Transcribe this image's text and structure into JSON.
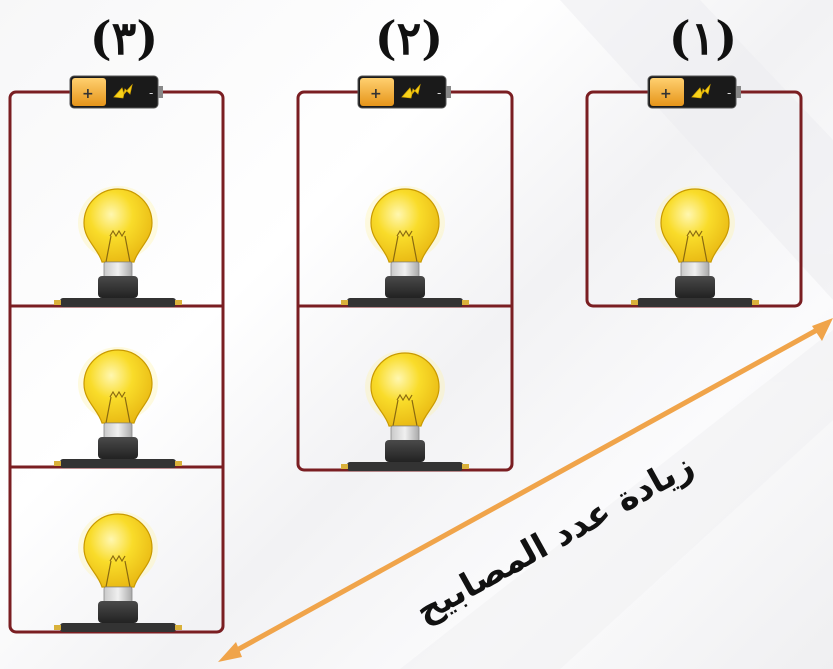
{
  "circuits": [
    {
      "label": "(٣)",
      "bulb_count": 3
    },
    {
      "label": "(٢)",
      "bulb_count": 2
    },
    {
      "label": "(١)",
      "bulb_count": 1
    }
  ],
  "battery": {
    "plus_symbol": "+",
    "minus_symbol": "-"
  },
  "arrow_caption": "زيادة عدد المصابيح",
  "colors": {
    "wire": "#7a1e22",
    "arrow": "#f0a44a",
    "bulb_glass": "#f6d21c",
    "bulb_glow": "#fff3a6",
    "socket": "#3a3a3a",
    "battery_body": "#1a1a1a",
    "battery_cap": "#f5a623"
  },
  "icons": [
    "lightning-bolt-icon",
    "light-bulb-icon",
    "battery-icon"
  ]
}
